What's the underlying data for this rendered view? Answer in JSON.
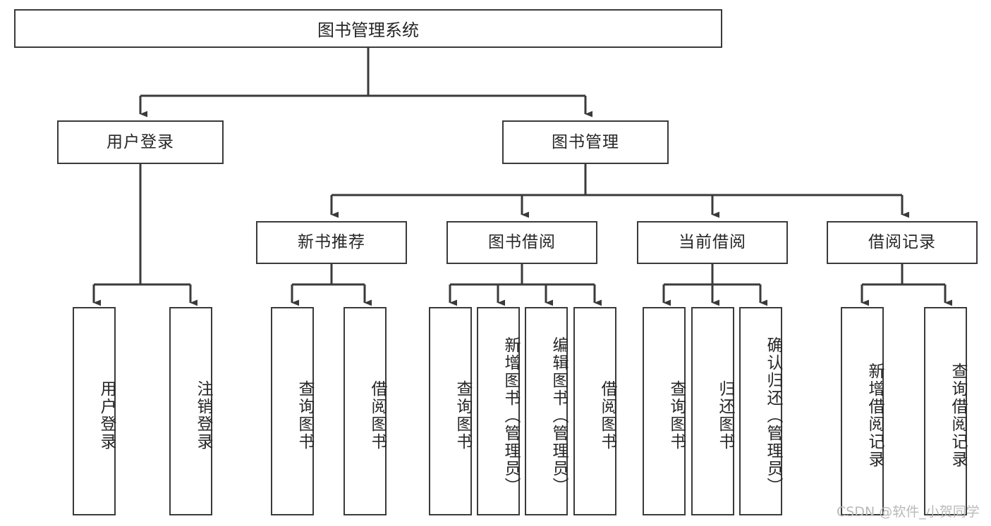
{
  "diagram": {
    "title": "图书管理系统",
    "type": "tree-hierarchy-diagram",
    "colors": {
      "box_border": "#3a3a3a",
      "box_fill": "#ffffff",
      "connector": "#3a3a3a",
      "text": "#262626",
      "watermark": "#b9b9b9",
      "background": "#ffffff"
    },
    "root": {
      "label": "图书管理系统"
    },
    "level2": [
      {
        "id": "user-login",
        "label": "用户登录"
      },
      {
        "id": "book-management",
        "label": "图书管理"
      }
    ],
    "level3": [
      {
        "id": "new-book-recommend",
        "label": "新书推荐"
      },
      {
        "id": "book-borrow",
        "label": "图书借阅"
      },
      {
        "id": "current-borrow",
        "label": "当前借阅"
      },
      {
        "id": "borrow-record",
        "label": "借阅记录"
      }
    ],
    "leaves": {
      "user_login": [
        {
          "id": "leaf-user-login",
          "label": "用户登录"
        },
        {
          "id": "leaf-logout-login",
          "label": "注销登录"
        }
      ],
      "new_book_recommend": [
        {
          "id": "leaf-query-book-1",
          "label": "查询图书"
        },
        {
          "id": "leaf-borrow-book-1",
          "label": "借阅图书"
        }
      ],
      "book_borrow": [
        {
          "id": "leaf-query-book-2",
          "label": "查询图书"
        },
        {
          "id": "leaf-add-book",
          "label": "新增图书（管理员）"
        },
        {
          "id": "leaf-edit-book",
          "label": "编辑图书（管理员）"
        },
        {
          "id": "leaf-borrow-book-2",
          "label": "借阅图书"
        }
      ],
      "current_borrow": [
        {
          "id": "leaf-query-book-3",
          "label": "查询图书"
        },
        {
          "id": "leaf-return-book",
          "label": "归还图书"
        },
        {
          "id": "leaf-confirm-return",
          "label": "确认归还（管理员）"
        }
      ],
      "borrow_record": [
        {
          "id": "leaf-add-borrow-record",
          "label": "新增借阅记录"
        },
        {
          "id": "leaf-query-borrow-record",
          "label": "查询借阅记录"
        }
      ]
    },
    "watermark": "CSDN @软件_小贺同学"
  }
}
